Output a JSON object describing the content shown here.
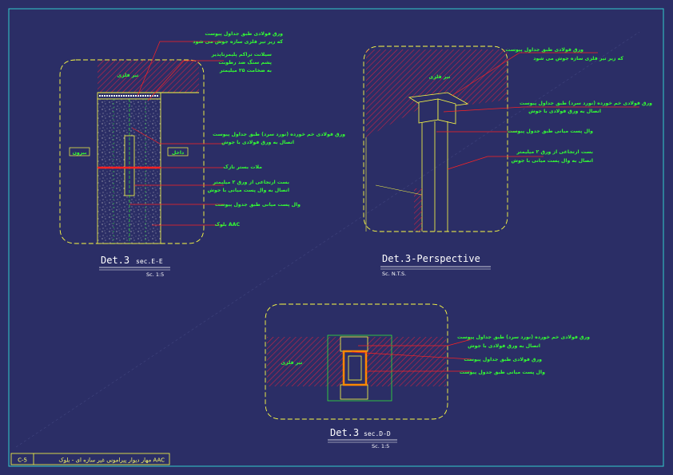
{
  "sheet": {
    "code": "C-5",
    "title": "مهار دیوار پیرامونی غیر سازه ای - بلوک AAC"
  },
  "det_ee": {
    "title": "Det.3",
    "section": "sec.E-E",
    "scale": "Sc. 1:5",
    "beam": "تیر فلزی",
    "outside": "بیرون",
    "inside": "داخل",
    "notes": {
      "plate": [
        "ورق فولادی طبق جداول پیوست",
        "که زیر تیر فلزی سازه جوش می شود"
      ],
      "sealant": [
        "سیلانت تراکم پلیمرناپذیر",
        "پشم سنگ ضد رطوبت",
        "به ضخامت ۲۵ میلیمتر"
      ],
      "bent_plate": [
        "ورق فولادی خم خورده (نورد سرد) طبق جداول پیوست",
        "اتصال به ورق فولادی با جوش"
      ],
      "mortar": "ملات بستر نازک",
      "strap": [
        "بست ارتجاعی از ورق ۲ میلیمتر",
        "اتصال به وال پست میانی با جوش"
      ],
      "wallpost": "وال پست میانی طبق جدول پیوست",
      "block": "بلوک AAC"
    }
  },
  "det_persp": {
    "title": "Det.3-Perspective",
    "scale": "Sc. N.T.S.",
    "beam": "تیر فلزی",
    "notes": {
      "plate": [
        "ورق فولادی طبق جداول پیوست",
        "که زیر تیر فلزی سازه جوش می شود"
      ],
      "bent_plate": [
        "ورق فولادی خم خورده (نورد سرد) طبق جداول پیوست",
        "اتصال به ورق فولادی با جوش"
      ],
      "wallpost": "وال پست میانی طبق جدول پیوست",
      "strap": [
        "بست ارتجاعی از ورق ۲ میلیمتر",
        "اتصال به وال پست میانی با جوش"
      ]
    }
  },
  "det_dd": {
    "title": "Det.3",
    "section": "sec.D-D",
    "scale": "Sc. 1:5",
    "beam": "تیر فلزی",
    "notes": {
      "bent_plate": [
        "ورق فولادی خم خورده (نورد سرد) طبق جداول پیوست",
        "اتصال به ورق فولادی با جوش"
      ],
      "plate": "ورق فولادی طبق جداول پیوست",
      "wallpost": "وال پست میانی طبق جدول پیوست"
    }
  },
  "colors": {
    "background": "#2b2e66",
    "frame": "#33cccc",
    "outline": "#ffff44",
    "leader": "#ff2222",
    "text": "#33ff33",
    "hatch": "#cc2244"
  }
}
